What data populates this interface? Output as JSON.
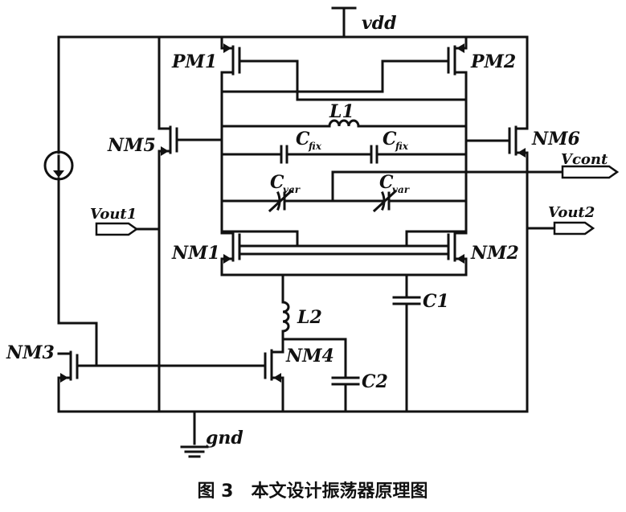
{
  "labels": {
    "vdd": "vdd",
    "gnd": "gnd",
    "pm1": "PM1",
    "pm2": "PM2",
    "nm1": "NM1",
    "nm2": "NM2",
    "nm3": "NM3",
    "nm4": "NM4",
    "nm5": "NM5",
    "nm6": "NM6",
    "l1": "L1",
    "l2": "L2",
    "c1": "C1",
    "c2": "C2",
    "cfix_main": "C",
    "cfix_sub": "fix",
    "cvar_main": "C",
    "cvar_sub": "var",
    "vcont": "Vcont",
    "vout1": "Vout1",
    "vout2": "Vout2"
  },
  "caption": "图 3　本文设计振荡器原理图"
}
